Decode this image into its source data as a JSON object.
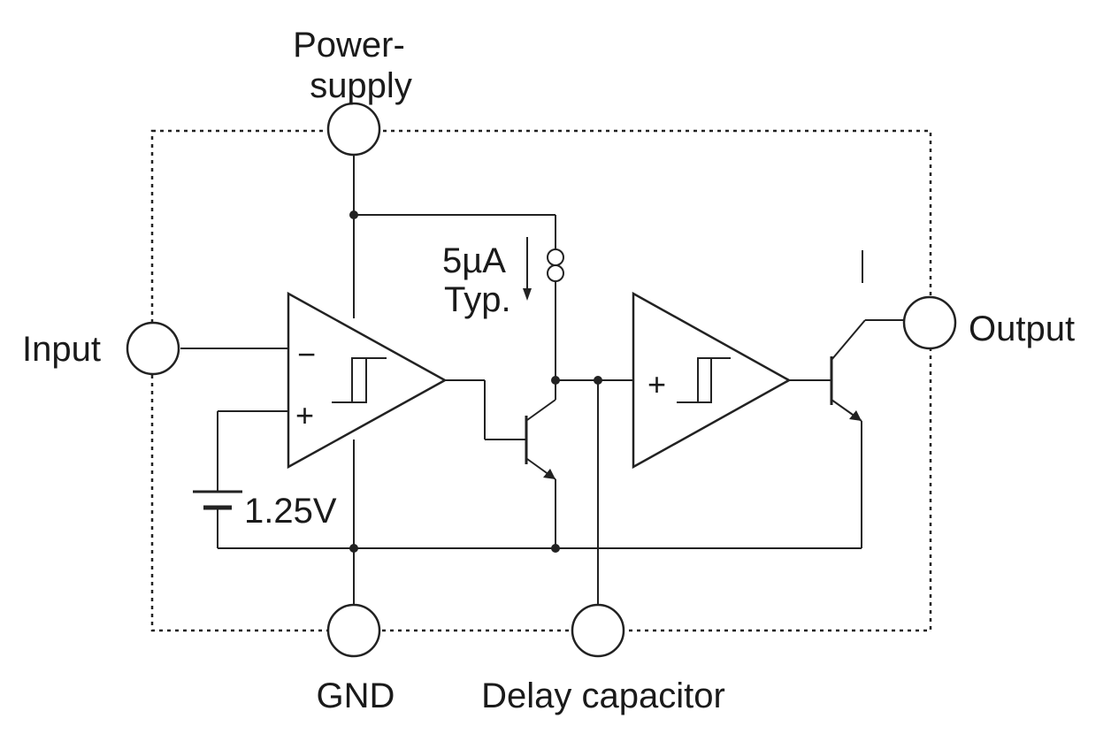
{
  "pins": {
    "power_supply": "Power-\nsupply",
    "input": "Input",
    "output": "Output",
    "gnd": "GND",
    "delay_capacitor": "Delay capacitor"
  },
  "current_source": {
    "value": "5µA",
    "note": "Typ."
  },
  "reference": {
    "voltage": "1.25V"
  },
  "comparator1": {
    "minus": "−",
    "plus": "+"
  },
  "comparator2": {
    "plus": "+"
  },
  "colors": {
    "line": "#222222",
    "background": "#ffffff"
  }
}
